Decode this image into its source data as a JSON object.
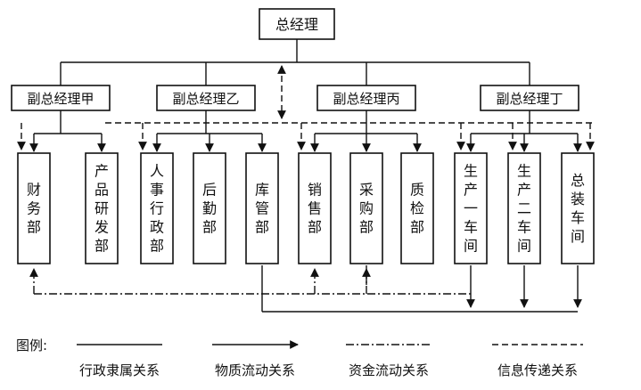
{
  "top": {
    "label": "总经理"
  },
  "deputies": [
    {
      "label": "副总经理甲"
    },
    {
      "label": "副总经理乙"
    },
    {
      "label": "副总经理丙"
    },
    {
      "label": "副总经理丁"
    }
  ],
  "departments": [
    {
      "label": "财务部"
    },
    {
      "label": "产品研发部"
    },
    {
      "label": "人事行政部"
    },
    {
      "label": "后勤部"
    },
    {
      "label": "库管部"
    },
    {
      "label": "销售部"
    },
    {
      "label": "采购部"
    },
    {
      "label": "质检部"
    },
    {
      "label": "生产一车间"
    },
    {
      "label": "生产二车间"
    },
    {
      "label": "总装车间"
    }
  ],
  "legend": {
    "title": "图例:",
    "items": [
      {
        "label": "行政隶属关系"
      },
      {
        "label": "物质流动关系"
      },
      {
        "label": "资金流动关系"
      },
      {
        "label": "信息传递关系"
      }
    ]
  }
}
